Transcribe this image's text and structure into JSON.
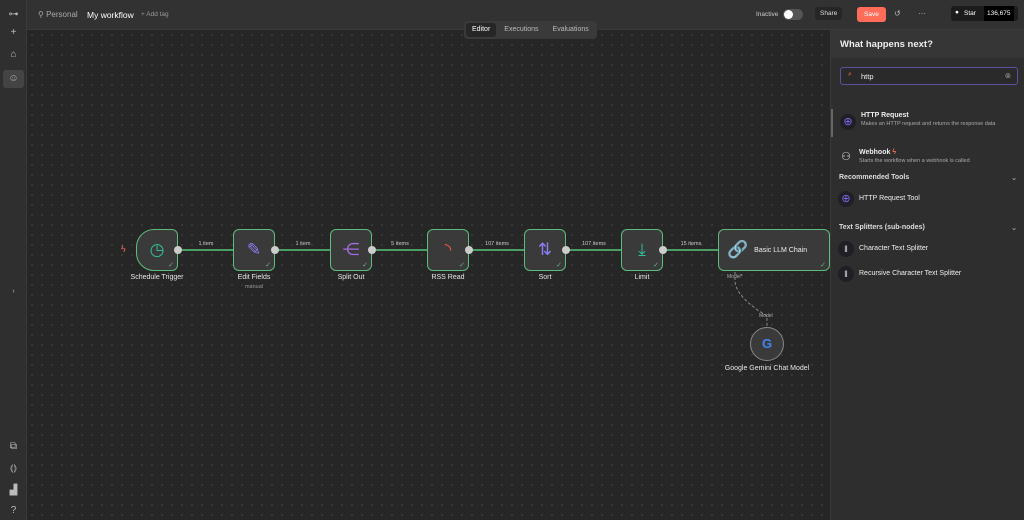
{
  "header": {
    "project": "Personal",
    "workflow": "My workflow",
    "add_tag": "+ Add tag",
    "status": "Inactive",
    "share": "Share",
    "save": "Save",
    "more": "···",
    "star": "Star",
    "star_count": "136,675"
  },
  "tabs": [
    "Editor",
    "Executions",
    "Evaluations"
  ],
  "nodes": [
    {
      "label": "Schedule Trigger",
      "sub": ""
    },
    {
      "label": "Edit Fields",
      "sub": "manual"
    },
    {
      "label": "Split Out",
      "sub": ""
    },
    {
      "label": "RSS Read",
      "sub": ""
    },
    {
      "label": "Sort",
      "sub": ""
    },
    {
      "label": "Limit",
      "sub": ""
    },
    {
      "label": "Basic LLM Chain",
      "sub": ""
    }
  ],
  "edges": [
    "1 item",
    "1 item",
    "5 items",
    "107 items",
    "107 items",
    "15 items"
  ],
  "sub_node": {
    "label": "Google Gemini Chat Model",
    "port_top": "Model*",
    "port_bottom": "Model",
    "icon": "G"
  },
  "panel": {
    "title": "What happens next?",
    "search_value": "http",
    "results": [
      {
        "title": "HTTP Request",
        "desc": "Makes an HTTP request and returns the response data"
      },
      {
        "title": "Webhook",
        "desc": "Starts the workflow when a webhook is called"
      }
    ],
    "sections": [
      {
        "title": "Recommended Tools",
        "items": [
          "HTTP Request Tool"
        ]
      },
      {
        "title": "Text Splitters (sub-nodes)",
        "items": [
          "Character Text Splitter",
          "Recursive Character Text Splitter"
        ]
      }
    ]
  },
  "colors": {
    "accent": "#ff6d5a",
    "success": "#5dbb7b",
    "purple": "#7a6bef"
  }
}
